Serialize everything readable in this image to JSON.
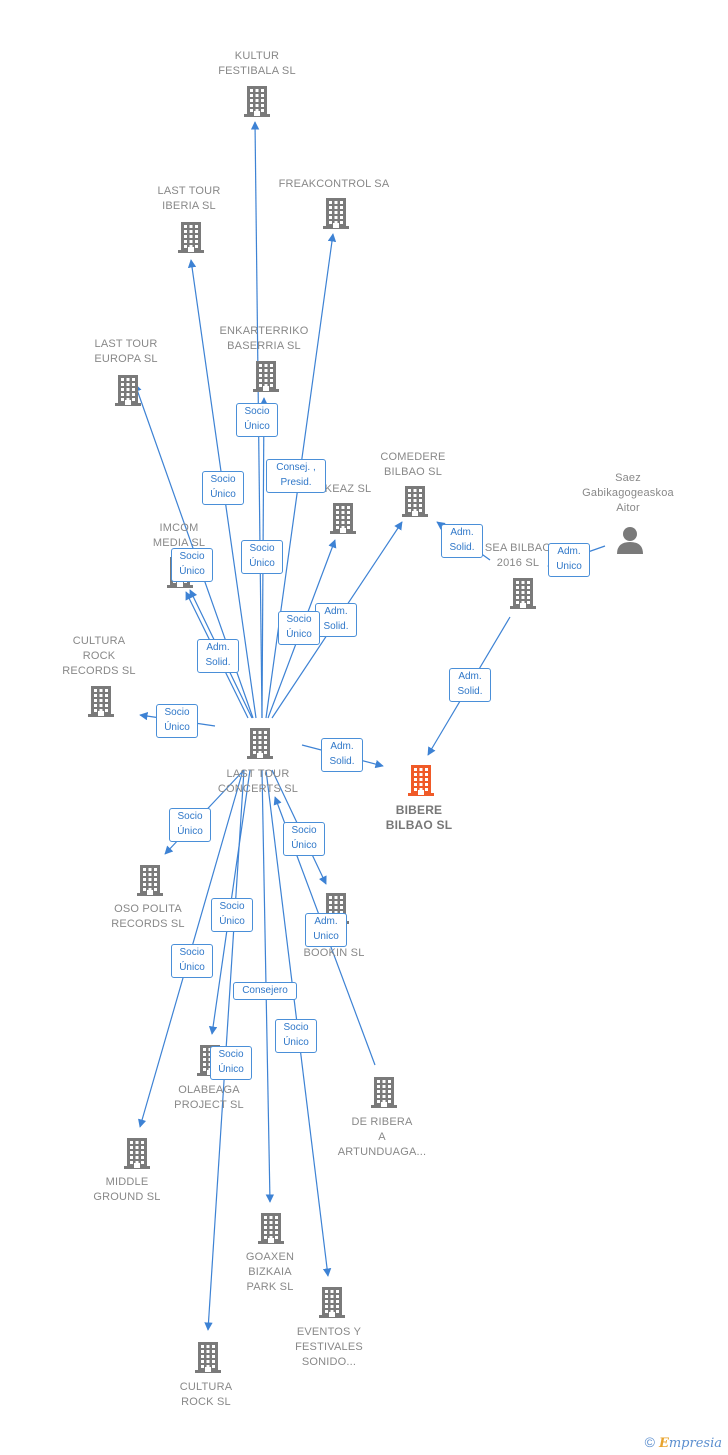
{
  "colors": {
    "edge": "#3d82d4",
    "building": "#7a7a7a",
    "highlight": "#f05a28",
    "label": "#888888"
  },
  "nodes": [
    {
      "id": "kultur",
      "label": "KULTUR\nFESTIBALA  SL",
      "icon": "building-icon"
    },
    {
      "id": "freak",
      "label": "FREAKCONTROL SA",
      "icon": "building-icon"
    },
    {
      "id": "lt_iberia",
      "label": "LAST TOUR\nIBERIA  SL",
      "icon": "building-icon"
    },
    {
      "id": "enkar",
      "label": "ENKARTERRIKO\nBASERRIA  SL",
      "icon": "building-icon"
    },
    {
      "id": "lt_europa",
      "label": "LAST TOUR\nEUROPA  SL",
      "icon": "building-icon"
    },
    {
      "id": "comedere",
      "label": "COMEDERE\nBILBAO  SL",
      "icon": "building-icon"
    },
    {
      "id": "keaz",
      "label": "KEAZ  SL",
      "icon": "building-icon"
    },
    {
      "id": "imcom",
      "label": "IMCOM\nMEDIA  SL",
      "icon": "building-icon"
    },
    {
      "id": "saez",
      "label": "Saez\nGabikagogeaskoa\nAitor",
      "icon": "person-icon"
    },
    {
      "id": "sea",
      "label": "SEA BILBAO\n2016  SL",
      "icon": "building-icon"
    },
    {
      "id": "cultura_rock_rec",
      "label": "CULTURA\nROCK\nRECORDS  SL",
      "icon": "building-icon"
    },
    {
      "id": "ltc",
      "label": "LAST TOUR\nCONCERTS  SL",
      "icon": "building-icon"
    },
    {
      "id": "bibere",
      "label": "BIBERE\nBILBAO  SL",
      "icon": "building-icon",
      "highlight": true
    },
    {
      "id": "oso",
      "label": "OSO POLITA\nRECORDS  SL",
      "icon": "building-icon"
    },
    {
      "id": "bookin",
      "label": "R\nBOOKIN  SL",
      "icon": "building-icon"
    },
    {
      "id": "olabeaga",
      "label": "OLABEAGA\nPROJECT  SL",
      "icon": "building-icon"
    },
    {
      "id": "deribera",
      "label": "DE RIBERA\nA\nARTUNDUAGA...",
      "icon": "building-icon"
    },
    {
      "id": "middle",
      "label": "MIDDLE\nGROUND  SL",
      "icon": "building-icon"
    },
    {
      "id": "goaxen",
      "label": "GOAXEN\nBIZKAIA\nPARK  SL",
      "icon": "building-icon"
    },
    {
      "id": "eventos",
      "label": "EVENTOS Y\nFESTIVALES\nSONIDO...",
      "icon": "building-icon"
    },
    {
      "id": "cultura_rock",
      "label": "CULTURA\nROCK  SL",
      "icon": "building-icon"
    }
  ],
  "edges": [
    {
      "from": "ltc",
      "to": "kultur"
    },
    {
      "from": "ltc",
      "to": "freak",
      "label": "Consej. ,\nPresid."
    },
    {
      "from": "ltc",
      "to": "lt_iberia",
      "label": "Socio\nÚnico"
    },
    {
      "from": "ltc",
      "to": "enkar",
      "label": "Socio\nÚnico"
    },
    {
      "from": "ltc",
      "to": "lt_europa",
      "label": "Socio\nÚnico"
    },
    {
      "from": "ltc",
      "to": "comedere",
      "label": "Adm.\nSolid."
    },
    {
      "from": "ltc",
      "to": "keaz",
      "label": "Socio\nÚnico"
    },
    {
      "from": "ltc",
      "to": "imcom",
      "label": "Adm.\nSolid."
    },
    {
      "from": "ltc",
      "to": "imcom2",
      "label": "Socio\nÚnico"
    },
    {
      "from": "ltc",
      "to": "cultura_rock_rec",
      "label": "Socio\nÚnico"
    },
    {
      "from": "ltc",
      "to": "bibere",
      "label": "Adm.\nSolid."
    },
    {
      "from": "sea",
      "to": "comedere",
      "label": "Adm.\nSolid."
    },
    {
      "from": "saez",
      "to": "sea",
      "label": "Adm.\nUnico"
    },
    {
      "from": "sea",
      "to": "bibere",
      "label": "Adm.\nSolid."
    },
    {
      "from": "ltc",
      "to": "oso",
      "label": "Socio\nÚnico"
    },
    {
      "from": "ltc",
      "to": "bookin",
      "label": "Socio\nÚnico"
    },
    {
      "from": "deribera",
      "to": "ltc",
      "label": "Adm.\nUnico"
    },
    {
      "from": "ltc",
      "to": "olabeaga",
      "label": "Socio\nÚnico"
    },
    {
      "from": "ltc",
      "to": "middle",
      "label": "Socio\nÚnico"
    },
    {
      "from": "ltc",
      "to": "goaxen",
      "label": "Consejero"
    },
    {
      "from": "ltc",
      "to": "eventos",
      "label": "Socio\nÚnico"
    },
    {
      "from": "ltc",
      "to": "cultura_rock",
      "label": "Socio\nÚnico"
    }
  ],
  "footer": {
    "copyright": "©",
    "brand_initial": "E",
    "brand_rest": "mpresia"
  }
}
